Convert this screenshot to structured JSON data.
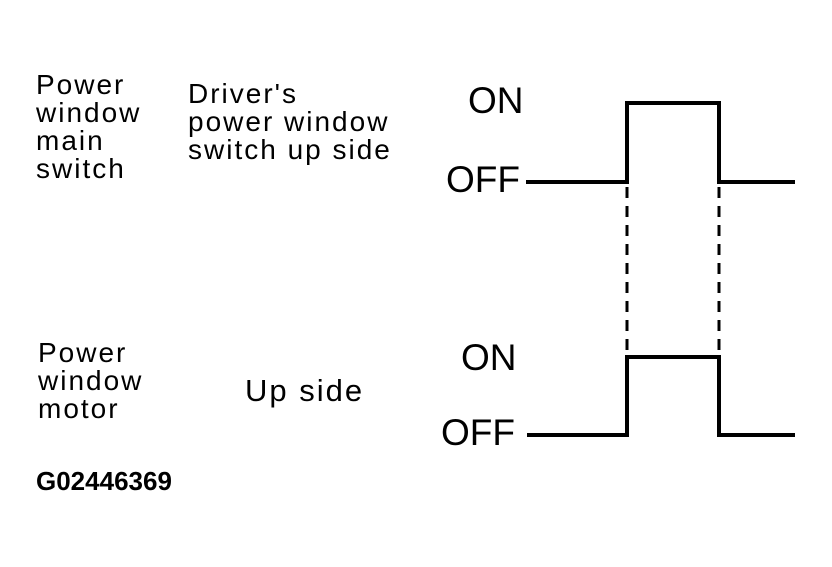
{
  "colors": {
    "background": "#ffffff",
    "ink": "#000000"
  },
  "rows": [
    {
      "component_label": "Power\nwindow\nmain\nswitch",
      "signal_label": "Driver's\npower window\nswitch up side",
      "on_label": "ON",
      "off_label": "OFF"
    },
    {
      "component_label": "Power\nwindow\nmotor",
      "signal_label": "Up side",
      "on_label": "ON",
      "off_label": "OFF"
    }
  ],
  "figure_code": "G02446369",
  "chart_data": {
    "type": "line",
    "subtype": "timing-diagram",
    "series": [
      {
        "name": "Power window main switch — Driver's power window switch up side",
        "levels": [
          "OFF",
          "ON",
          "OFF"
        ],
        "transitions_fraction_of_trace": [
          0.375,
          0.717
        ]
      },
      {
        "name": "Power window motor — Up side",
        "levels": [
          "OFF",
          "ON",
          "OFF"
        ],
        "transitions_fraction_of_trace": [
          0.375,
          0.717
        ]
      }
    ],
    "y_tick_labels": [
      "ON",
      "OFF"
    ],
    "annotations": [
      "Dashed vertical alignment lines connect the ON and OFF transitions of both signals (simultaneous switching)"
    ],
    "grid": false,
    "legend": false
  }
}
